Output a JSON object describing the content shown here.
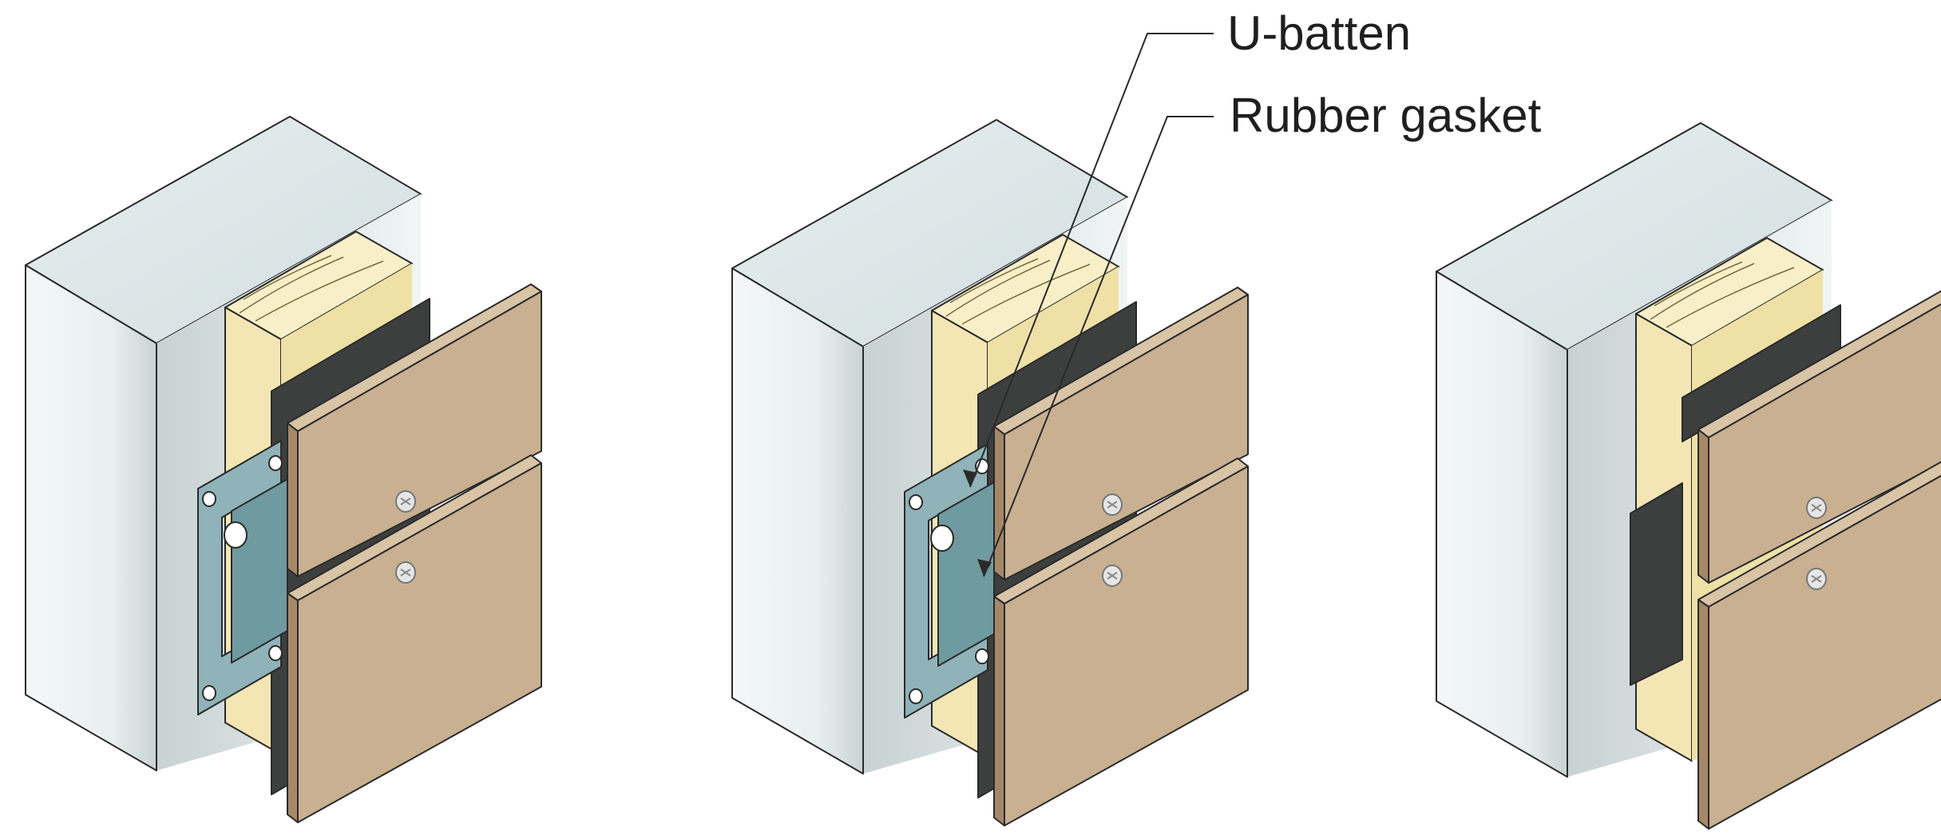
{
  "callouts": {
    "u_batten": "U-batten",
    "rubber_gasket": "Rubber gasket"
  },
  "colors": {
    "wall_top": "#dde6e8",
    "wall_front": "#eef3f3",
    "wall_side": "#e3eaea",
    "timber_face": "#f4e6b4",
    "timber_top": "#f8efc8",
    "rubber": "#3d3f3e",
    "rubber_edge": "#5a5c5b",
    "bracket": "#8fb3b8",
    "bracket_dark": "#6f9aa0",
    "panel_face": "#c8b091",
    "panel_side": "#a48868",
    "panel_top": "#d9c4a6",
    "outline": "#2a2a2a",
    "screw": "#e6e6e6"
  },
  "details": [
    {
      "id": "detail-left",
      "has_bracket": true,
      "gasket": "full"
    },
    {
      "id": "detail-middle",
      "has_bracket": true,
      "gasket": "full"
    },
    {
      "id": "detail-right",
      "has_bracket": false,
      "gasket": "joint"
    }
  ],
  "icons": {
    "screw": "screw-icon",
    "bracket": "u-batten-bracket",
    "gasket": "rubber-gasket"
  }
}
